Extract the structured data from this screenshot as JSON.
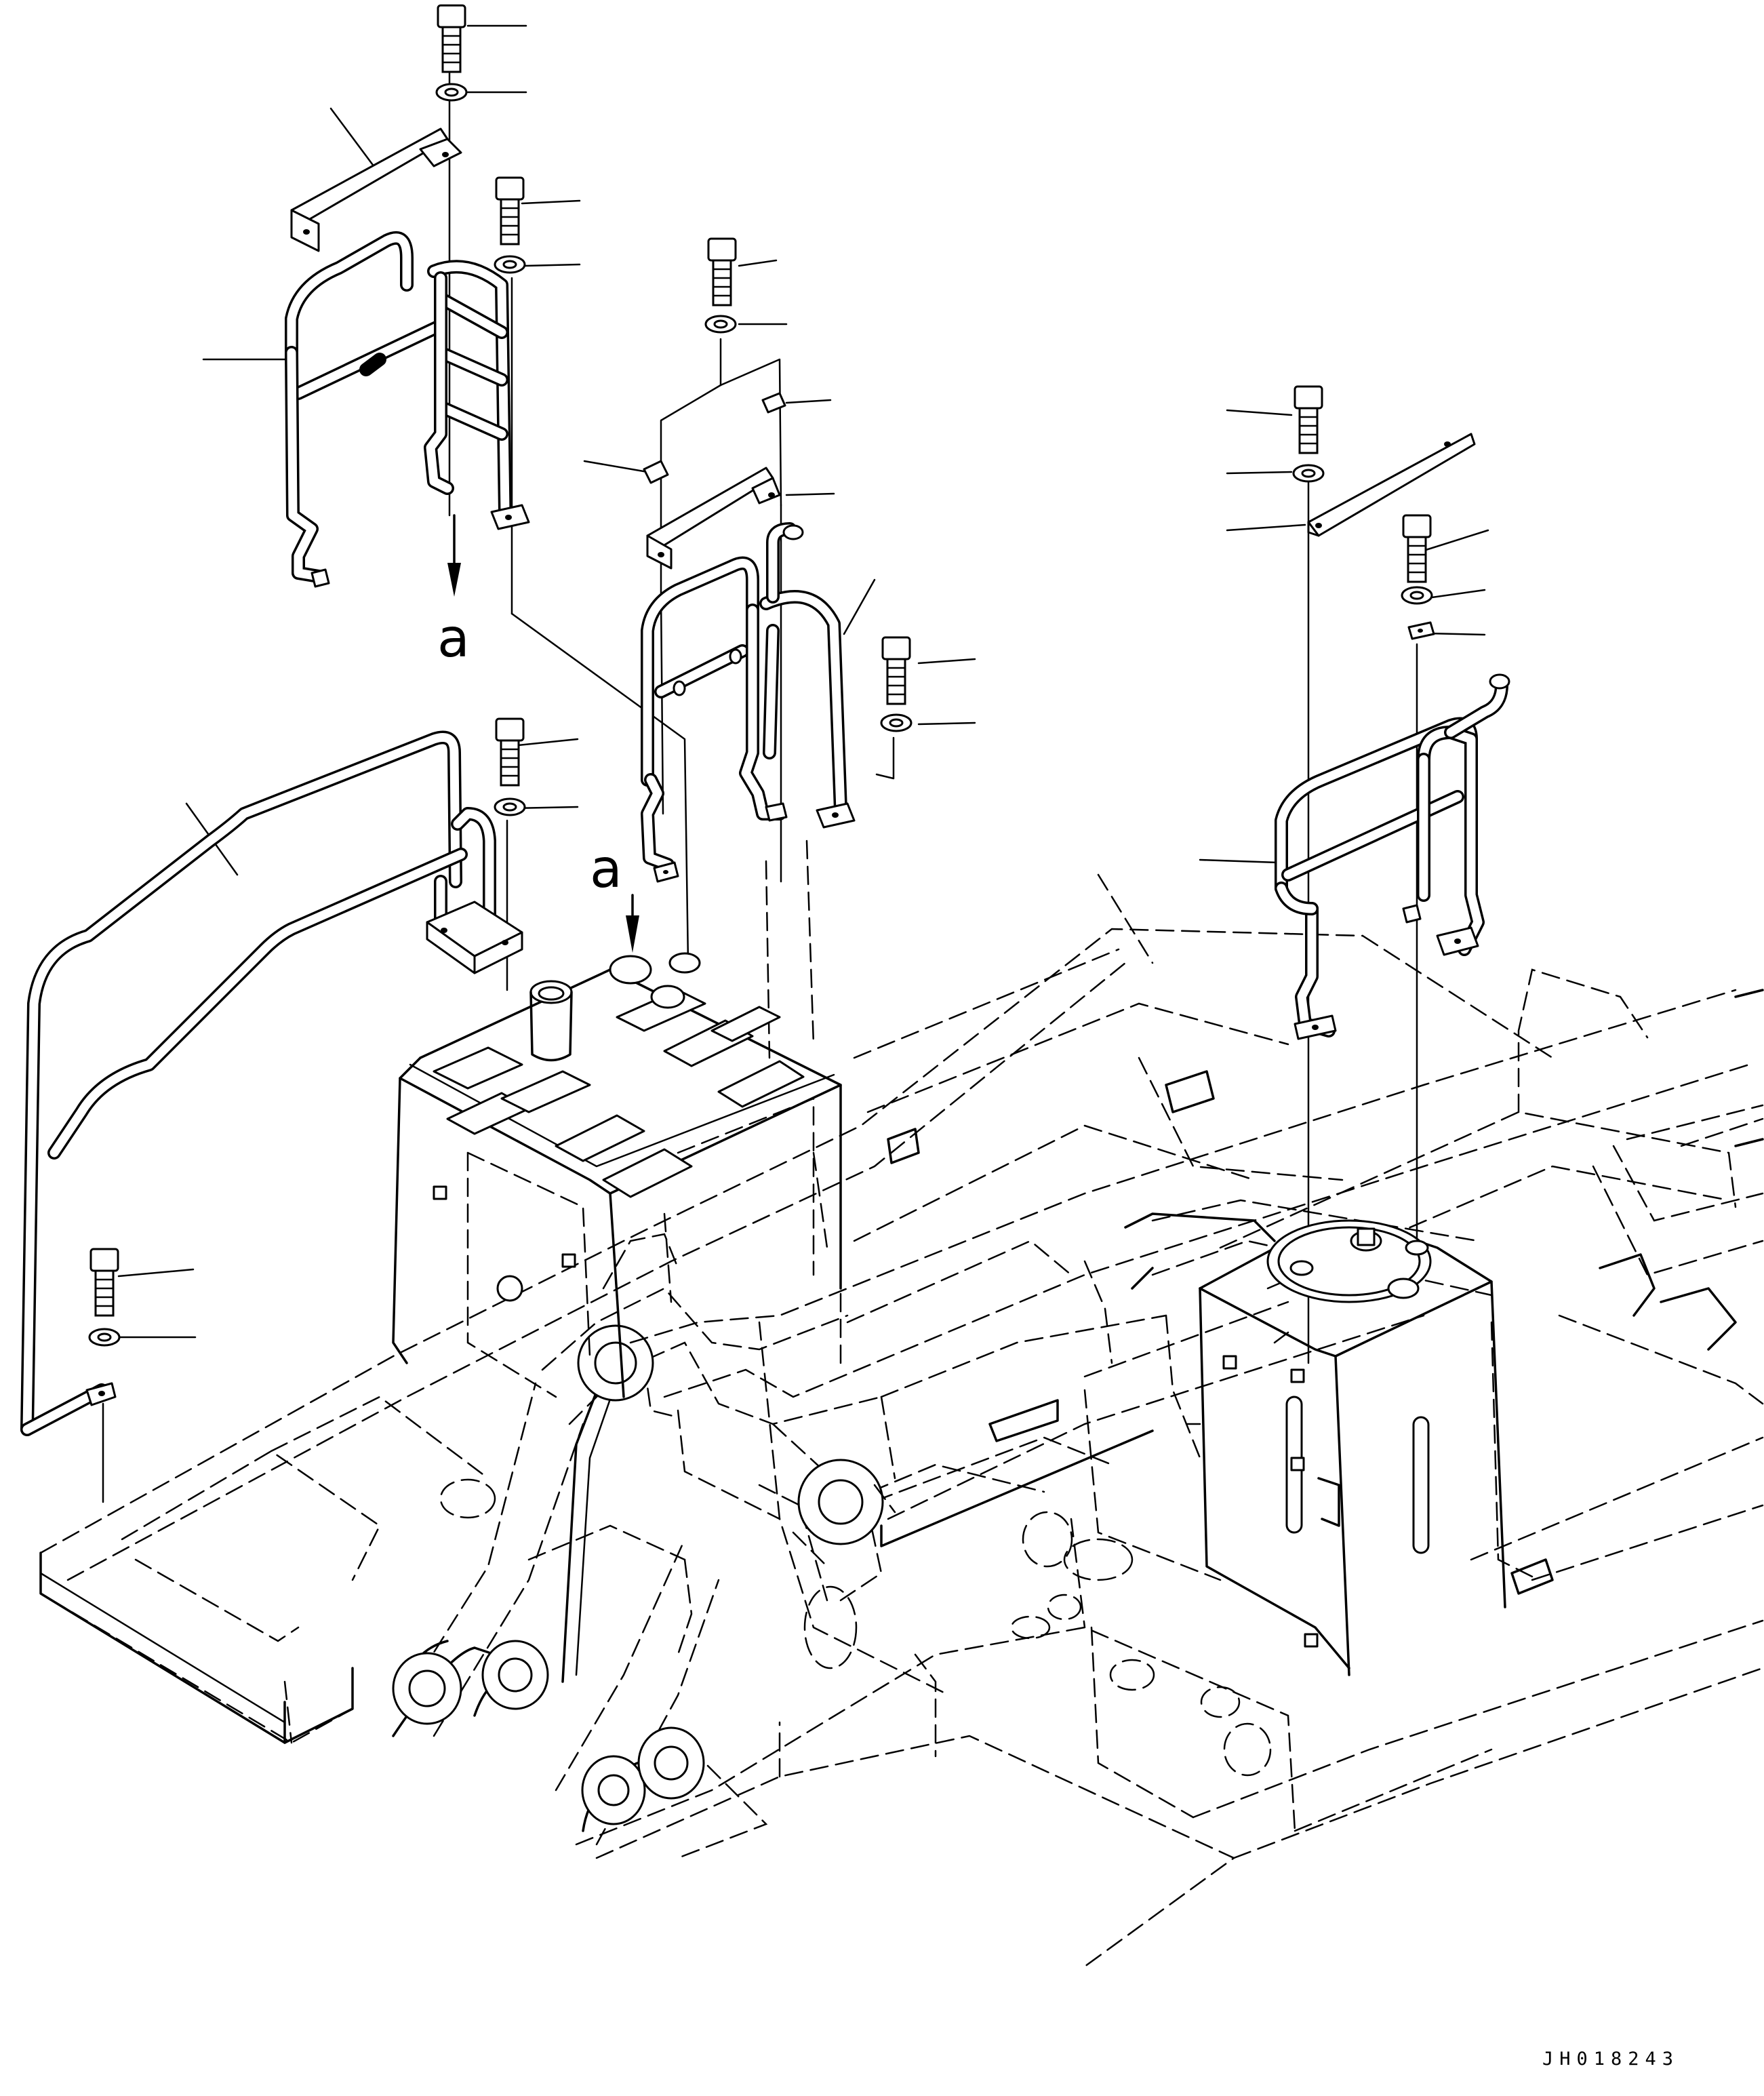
{
  "view_labels": {
    "a_top": "a",
    "a_center": "a"
  },
  "drawing_code": "JH018243"
}
